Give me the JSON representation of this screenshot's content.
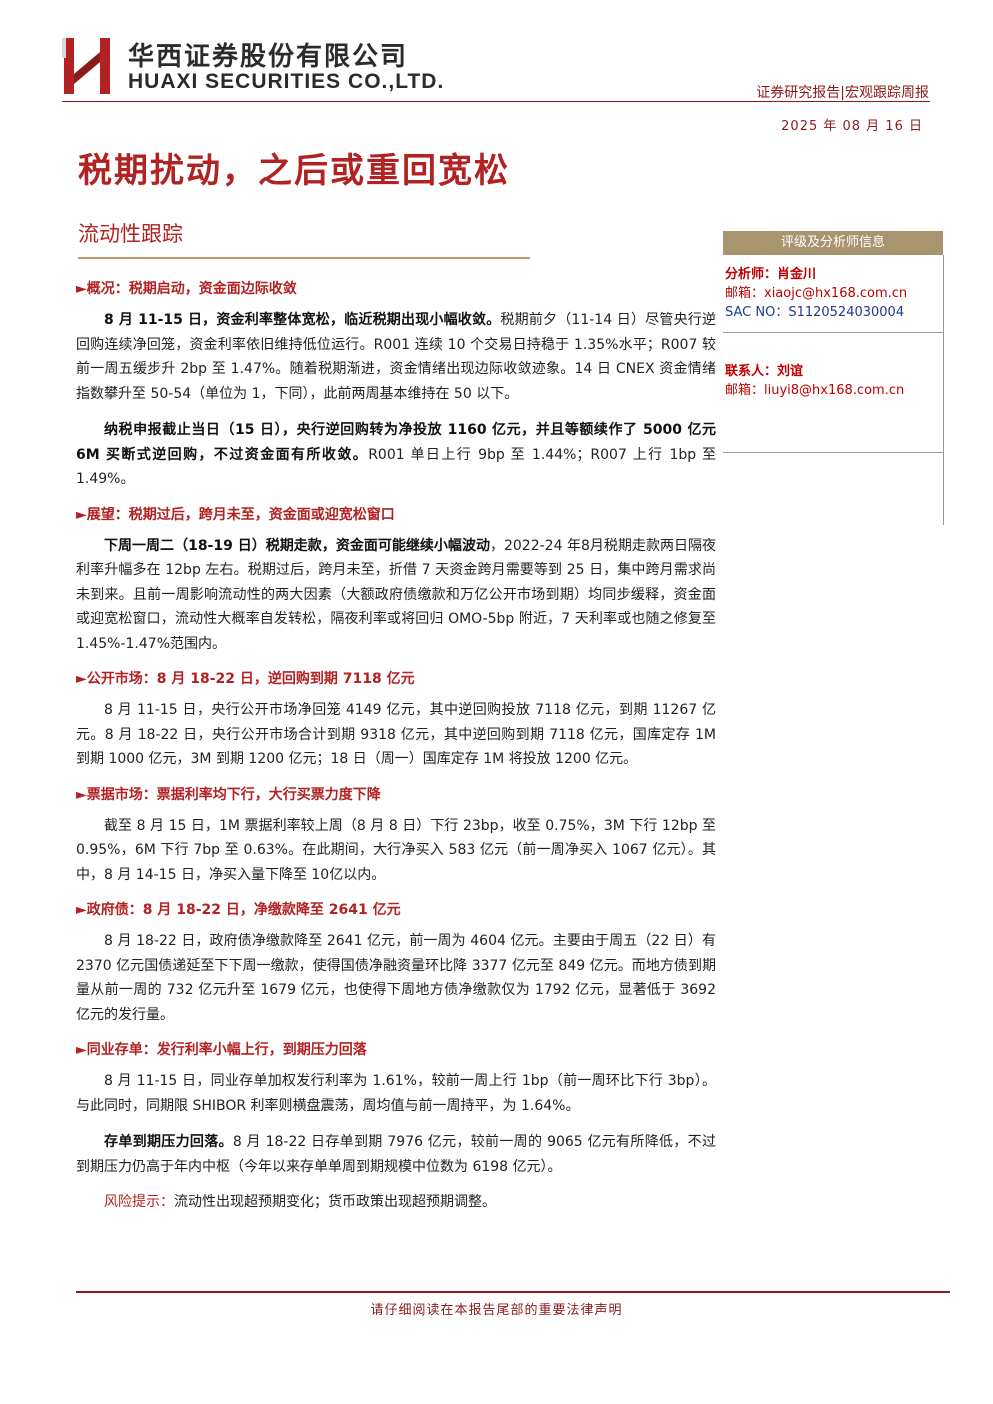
{
  "header": {
    "company_cn": "华西证券股份有限公司",
    "company_en": "HUAXI SECURITIES CO.,LTD.",
    "series": "证券研究报告|宏观跟踪周报",
    "date": "2025 年 08 月 16 日"
  },
  "title": "税期扰动，之后或重回宽松",
  "section": "流动性跟踪",
  "sidebar": {
    "header": "评级及分析师信息",
    "analyst_label": "分析师：肖金川",
    "analyst_email": "邮箱：xiaojc@hx168.com.cn",
    "sac": "SAC NO：S1120524030004",
    "contact_label": "联系人：刘谊",
    "contact_email": "邮箱：liuyi8@hx168.com.cn"
  },
  "sections": [
    {
      "heading": "►概况：税期启动，资金面边际收敛",
      "paragraphs": [
        {
          "bold": "8 月 11-15 日，资金利率整体宽松，临近税期出现小幅收敛。",
          "rest": "税期前夕（11-14 日）尽管央行逆回购连续净回笼，资金利率依旧维持低位运行。R001 连续 10 个交易日持稳于 1.35%水平；R007 较前一周五缓步升 2bp 至 1.47%。随着税期渐进，资金情绪出现边际收敛迹象。14 日 CNEX 资金情绪指数攀升至 50-54（单位为 1，下同），此前两周基本维持在 50 以下。"
        },
        {
          "bold": "纳税申报截止当日（15 日），央行逆回购转为净投放 1160 亿元，并且等额续作了 5000 亿元 6M 买断式逆回购，不过资金面有所收敛。",
          "rest": "R001 单日上行 9bp 至 1.44%；R007 上行 1bp 至 1.49%。"
        }
      ]
    },
    {
      "heading": "►展望：税期过后，跨月未至，资金面或迎宽松窗口",
      "paragraphs": [
        {
          "bold": "下周一周二（18-19 日）税期走款，资金面可能继续小幅波动",
          "rest": "，2022-24 年8月税期走款两日隔夜利率升幅多在 12bp 左右。税期过后，跨月未至，折借 7 天资金跨月需要等到 25 日，集中跨月需求尚未到来。且前一周影响流动性的两大因素（大额政府债缴款和万亿公开市场到期）均同步缓释，资金面或迎宽松窗口，流动性大概率自发转松，隔夜利率或将回归 OMO-5bp 附近，7 天利率或也随之修复至 1.45%-1.47%范围内。"
        }
      ]
    },
    {
      "heading": "►公开市场：8 月 18-22 日，逆回购到期 7118 亿元",
      "paragraphs": [
        {
          "bold": "",
          "rest": "8 月 11-15 日，央行公开市场净回笼 4149 亿元，其中逆回购投放 7118 亿元，到期 11267 亿元。8 月 18-22 日，央行公开市场合计到期 9318 亿元，其中逆回购到期 7118 亿元，国库定存 1M 到期 1000 亿元，3M 到期 1200 亿元；18 日（周一）国库定存 1M 将投放 1200 亿元。"
        }
      ]
    },
    {
      "heading": "►票据市场：票据利率均下行，大行买票力度下降",
      "paragraphs": [
        {
          "bold": "",
          "rest": "截至 8 月 15 日，1M 票据利率较上周（8 月 8 日）下行 23bp，收至 0.75%，3M 下行 12bp 至 0.95%，6M 下行 7bp 至 0.63%。在此期间，大行净买入 583 亿元（前一周净买入 1067 亿元）。其中，8 月 14-15 日，净买入量下降至 10亿以内。"
        }
      ]
    },
    {
      "heading": "►政府债：8 月 18-22 日，净缴款降至 2641 亿元",
      "paragraphs": [
        {
          "bold": "",
          "rest": "8 月 18-22 日，政府债净缴款降至 2641 亿元，前一周为 4604 亿元。主要由于周五（22 日）有 2370 亿元国债递延至下下周一缴款，使得国债净融资量环比降 3377 亿元至 849 亿元。而地方债到期量从前一周的 732 亿元升至 1679 亿元，也使得下周地方债净缴款仅为 1792 亿元，显著低于 3692 亿元的发行量。"
        }
      ]
    },
    {
      "heading": "►同业存单：发行利率小幅上行，到期压力回落",
      "paragraphs": [
        {
          "bold": "",
          "rest": "8 月 11-15 日，同业存单加权发行利率为 1.61%，较前一周上行 1bp（前一周环比下行 3bp）。与此同时，同期限 SHIBOR 利率则横盘震荡，周均值与前一周持平，为 1.64%。"
        },
        {
          "bold": "存单到期压力回落。",
          "rest": "8 月 18-22 日存单到期 7976 亿元，较前一周的 9065 亿元有所降低，不过到期压力仍高于年内中枢（今年以来存单单周到期规模中位数为 6198 亿元）。"
        }
      ]
    }
  ],
  "risk": {
    "label": "风险提示：",
    "text": "流动性出现超预期变化；货币政策出现超预期调整。"
  },
  "footer": "请仔细阅读在本报告尾部的重要法律声明",
  "colors": {
    "brand_red": "#b22222",
    "dark_red": "#8b1a1a",
    "sidebar_head": "#a8946f",
    "email_blue": "#1f3a8a"
  }
}
